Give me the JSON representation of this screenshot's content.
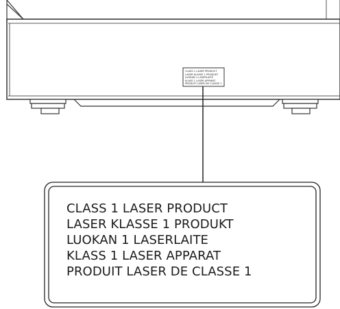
{
  "label": {
    "lines": [
      "CLASS 1 LASER PRODUCT",
      "LASER KLASSE 1 PRODUKT",
      "LUOKAN 1 LASERLAITE",
      "KLASS 1 LASER APPARAT",
      "PRODUIT LASER DE CLASSE 1"
    ]
  }
}
